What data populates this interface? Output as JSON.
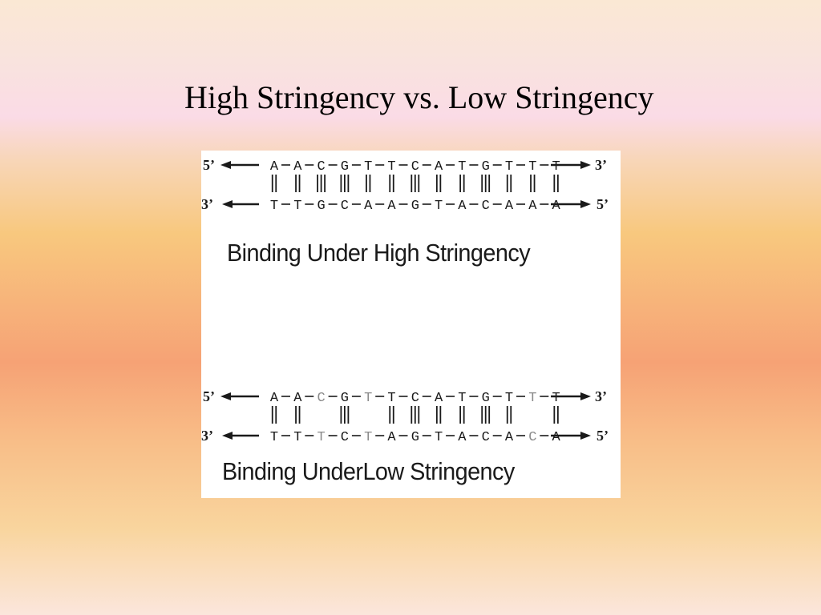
{
  "slide": {
    "title": "High Stringency vs. Low Stringency"
  },
  "panels": [
    {
      "caption": "Binding Under High Stringency",
      "top_left_label": "5’",
      "top_right_label": "3’",
      "bottom_left_label": "3’",
      "bottom_right_label": "5’",
      "top_strand": [
        "A",
        "A",
        "C",
        "G",
        "T",
        "T",
        "C",
        "A",
        "T",
        "G",
        "T",
        "T",
        "T"
      ],
      "bottom_strand": [
        "T",
        "T",
        "G",
        "C",
        "A",
        "A",
        "G",
        "T",
        "A",
        "C",
        "A",
        "A",
        "A"
      ],
      "bonds": [
        2,
        2,
        3,
        3,
        2,
        2,
        3,
        2,
        2,
        3,
        2,
        2,
        2
      ],
      "mismatch": [
        false,
        false,
        false,
        false,
        false,
        false,
        false,
        false,
        false,
        false,
        false,
        false,
        false
      ]
    },
    {
      "caption": "Binding UnderLow Stringency",
      "top_left_label": "5’",
      "top_right_label": "3’",
      "bottom_left_label": "3’",
      "bottom_right_label": "5’",
      "top_strand": [
        "A",
        "A",
        "C",
        "G",
        "T",
        "T",
        "C",
        "A",
        "T",
        "G",
        "T",
        "T",
        "T"
      ],
      "bottom_strand": [
        "T",
        "T",
        "T",
        "C",
        "T",
        "A",
        "G",
        "T",
        "A",
        "C",
        "A",
        "C",
        "A"
      ],
      "bonds": [
        2,
        2,
        0,
        3,
        0,
        2,
        3,
        2,
        2,
        3,
        2,
        0,
        2
      ],
      "mismatch": [
        false,
        false,
        true,
        false,
        true,
        false,
        false,
        false,
        false,
        false,
        false,
        true,
        false
      ]
    }
  ],
  "colors": {
    "base": "#1a1a1a",
    "mismatch": "#8a8a8a"
  }
}
